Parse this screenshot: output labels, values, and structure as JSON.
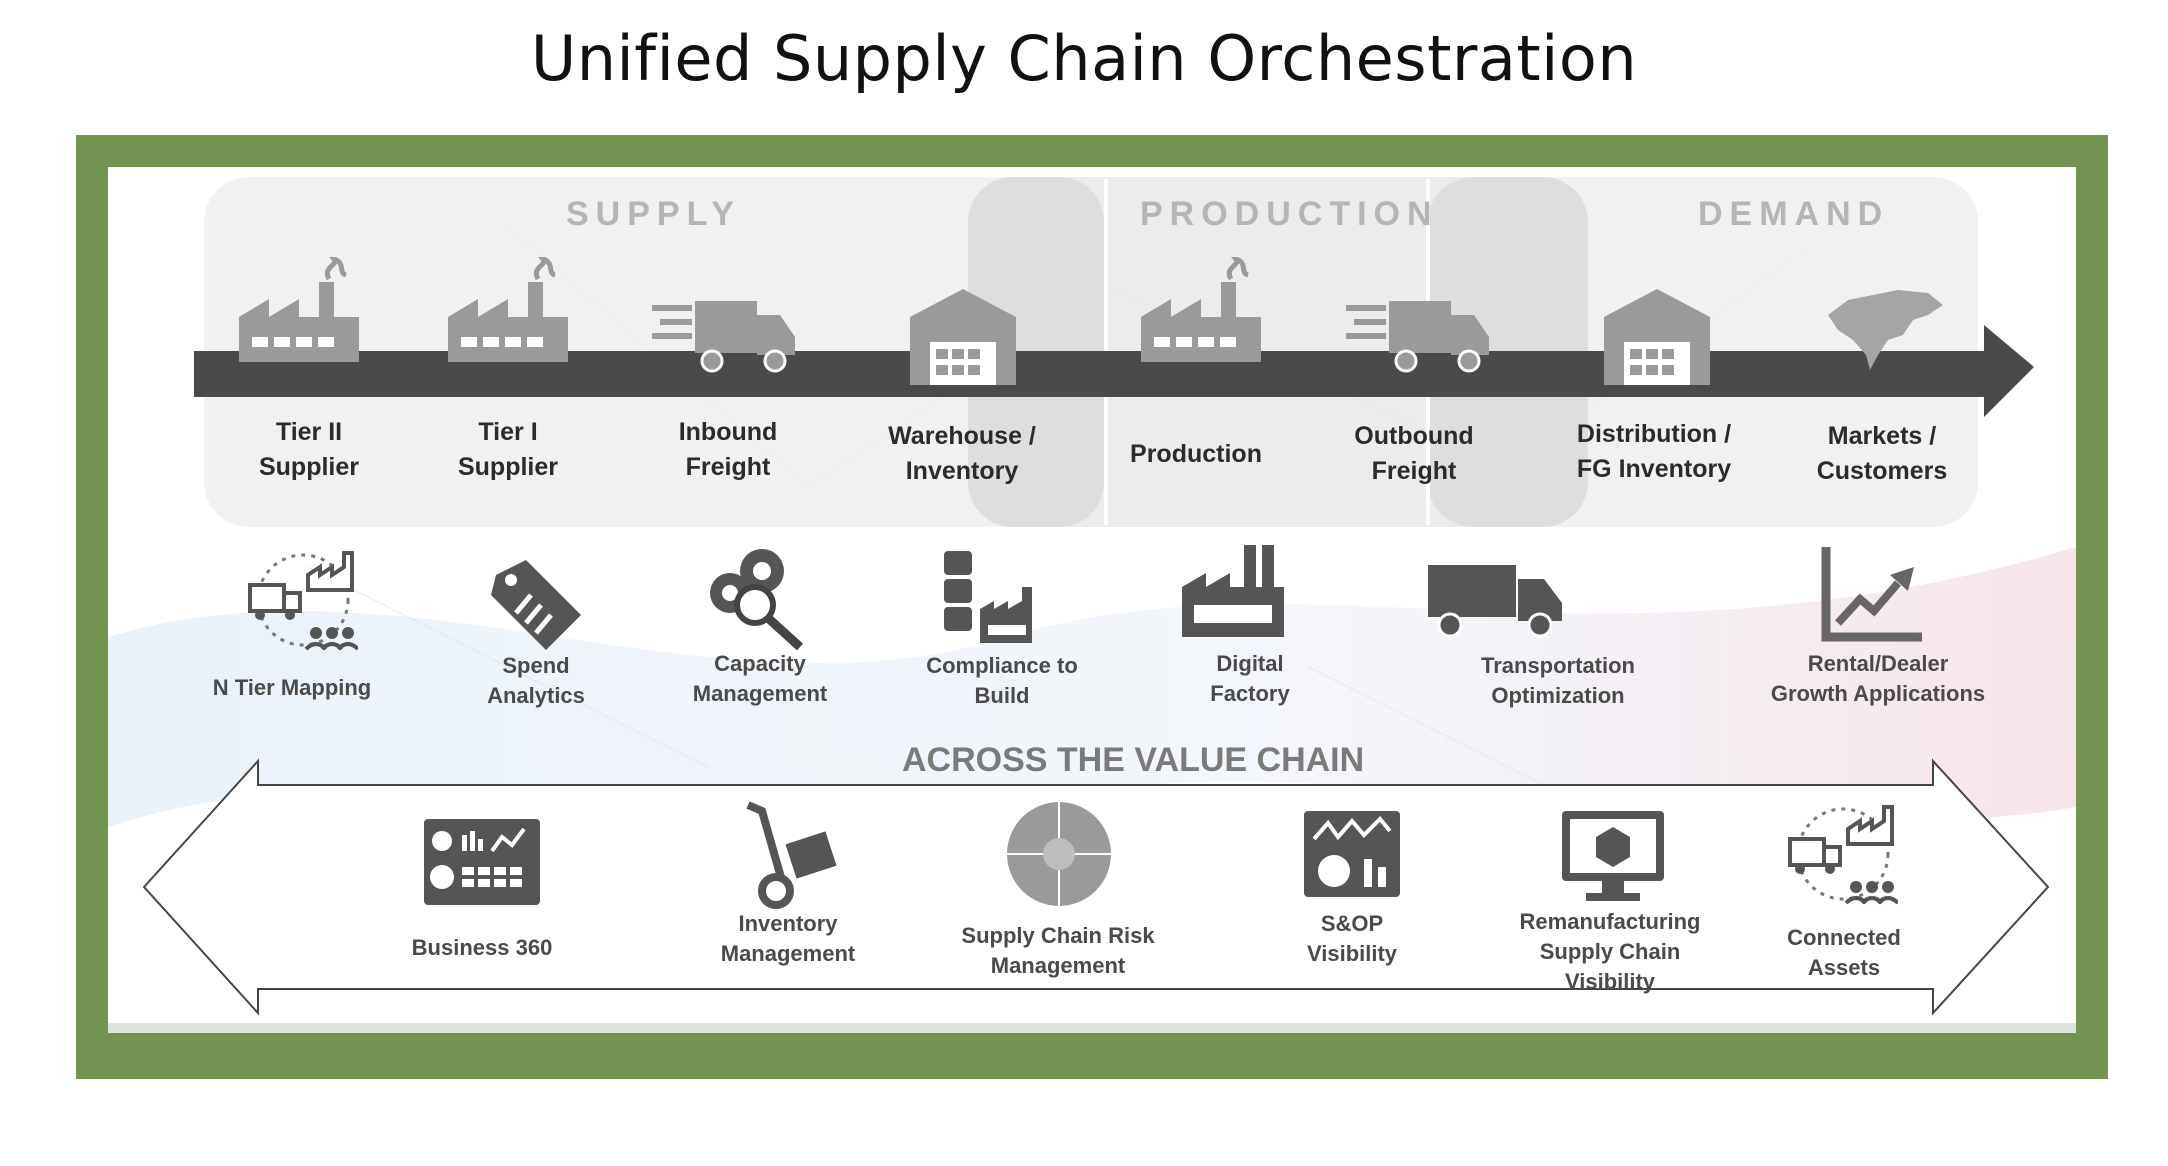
{
  "title": "Unified Supply Chain Orchestration",
  "colors": {
    "frame": "#739350",
    "arrow": "#4a4a4a",
    "header": "#b5b5b5",
    "text": "#2b2b2b"
  },
  "sections": [
    "SUPPLY",
    "PRODUCTION",
    "DEMAND"
  ],
  "stages": [
    {
      "line1": "Tier II",
      "line2": "Supplier",
      "icon": "factory-icon"
    },
    {
      "line1": "Tier I",
      "line2": "Supplier",
      "icon": "factory-icon"
    },
    {
      "line1": "Inbound",
      "line2": "Freight",
      "icon": "truck-icon"
    },
    {
      "line1": "Warehouse /",
      "line2": "Inventory",
      "icon": "warehouse-icon"
    },
    {
      "line1": "Production",
      "line2": "",
      "icon": "factory-icon"
    },
    {
      "line1": "Outbound",
      "line2": "Freight",
      "icon": "truck-icon"
    },
    {
      "line1": "Distribution /",
      "line2": "FG Inventory",
      "icon": "warehouse-icon"
    },
    {
      "line1": "Markets /",
      "line2": "Customers",
      "icon": "map-icon"
    }
  ],
  "capabilities": [
    {
      "line1": "N Tier Mapping",
      "line2": "",
      "icon": "network-mapping-icon"
    },
    {
      "line1": "Spend",
      "line2": "Analytics",
      "icon": "price-tag-icon"
    },
    {
      "line1": "Capacity",
      "line2": "Management",
      "icon": "gears-magnifier-icon"
    },
    {
      "line1": "Compliance to",
      "line2": "Build",
      "icon": "barrels-factory-icon"
    },
    {
      "line1": "Digital",
      "line2": "Factory",
      "icon": "factory-icon"
    },
    {
      "line1": "Transportation",
      "line2": "Optimization",
      "icon": "truck-icon"
    },
    {
      "line1": "Rental/Dealer",
      "line2": "Growth Applications",
      "icon": "growth-chart-icon"
    }
  ],
  "value_chain_label": "ACROSS THE VALUE CHAIN",
  "value_chain": [
    {
      "line1": "Business 360",
      "line2": "",
      "line3": "",
      "icon": "dashboard-icon"
    },
    {
      "line1": "Inventory",
      "line2": "Management",
      "line3": "",
      "icon": "hand-truck-icon"
    },
    {
      "line1": "Supply Chain Risk",
      "line2": "Management",
      "line3": "",
      "icon": "wheel-diagram-icon"
    },
    {
      "line1": "S&OP",
      "line2": "Visibility",
      "line3": "",
      "icon": "monitor-chart-icon"
    },
    {
      "line1": "Remanufacturing",
      "line2": "Supply Chain",
      "line3": "Visibility",
      "icon": "monitor-box-icon"
    },
    {
      "line1": "Connected",
      "line2": "Assets",
      "line3": "",
      "icon": "network-mapping-icon"
    }
  ]
}
